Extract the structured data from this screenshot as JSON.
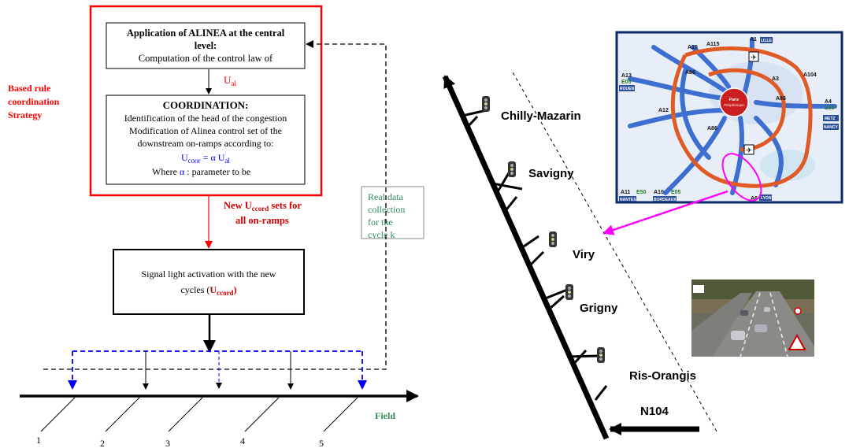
{
  "strategy_label": [
    "Based rule",
    "coordination",
    "Strategy"
  ],
  "alinea_box": {
    "title_line1": "Application of ALINEA at the central",
    "title_line2": "level:",
    "text": "Computation of the control law of"
  },
  "u_al": {
    "main": "U",
    "sub": "al"
  },
  "coordination_box": {
    "title": "COORDINATION:",
    "line1": "Identification of the head of the congestion",
    "line2": "Modification of Alinea control set of the",
    "line3": "downstream on-ramps according to:",
    "formula_u": "U",
    "formula_sub": "coor",
    "formula_eq": " = α U",
    "formula_sub2": "al",
    "where_prefix": "Where ",
    "where_alpha": "α",
    "where_suffix": " : parameter to be"
  },
  "new_u_label": {
    "line1_a": "New U",
    "line1_sub": "ccord",
    "line1_b": " sets for",
    "line2": "all on-ramps"
  },
  "signal_box": {
    "line1": "Signal light activation with the new",
    "line2_a": "cycles (",
    "line2_u": "U",
    "line2_sub": "ccord",
    "line2_b": ")"
  },
  "real_data_box": [
    "Real data",
    "collection",
    "for the",
    "cycle k"
  ],
  "field_label": "Field",
  "ramp_numbers": [
    "1",
    "2",
    "3",
    "4",
    "5"
  ],
  "towns": [
    "Chilly-Mazarin",
    "Savigny",
    "Viry",
    "Grigny",
    "Ris-Orangis"
  ],
  "road_label": "N104",
  "map": {
    "labels": [
      "A1",
      "A15",
      "A115",
      "A13",
      "E05",
      "A86",
      "A104",
      "A3",
      "A12",
      "A86",
      "A4",
      "E50",
      "A86",
      "A6",
      "A11",
      "A10",
      "E50",
      "E05",
      "METZ",
      "NANCY",
      "LILLE",
      "ROUEN",
      "NANTES",
      "BORDEAUX",
      "LYON",
      "Paris Périphérique"
    ]
  },
  "colors": {
    "red": "#ff0000",
    "dark_red": "#cc0000",
    "blue": "#0000ff",
    "green": "#2e8b57",
    "magenta": "#ff00ff",
    "black": "#000000"
  }
}
